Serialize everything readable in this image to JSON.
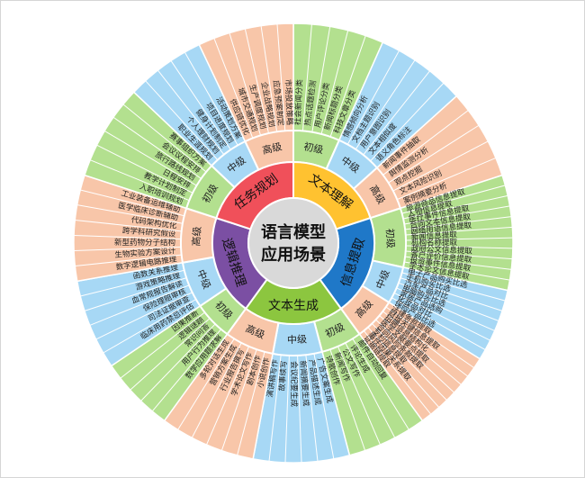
{
  "center": {
    "line1": "语言模型",
    "line2": "应用场景"
  },
  "colors": {
    "初级": "#b3e08f",
    "中级": "#a7d8f5",
    "高级": "#f8c6a9",
    "center_fill": "#d9d9d9"
  },
  "categories": [
    {
      "name": "文本理解",
      "color": "#ffc230",
      "span": 60,
      "levels": [
        {
          "name": "初级",
          "items": [
            "社会新闻分类",
            "热点话题检测",
            "用户评论分类",
            "新闻标题分类",
            "科技文章分类"
          ]
        },
        {
          "name": "中级",
          "items": [
            "情感倾向分析",
            "文档主题识别",
            "用户意图识别",
            "文本相似度",
            "语义角色标注"
          ]
        },
        {
          "name": "高级",
          "items": [
            "新闻事件抽取",
            "舆情监测分析",
            "观点挖掘",
            "文本风险识别",
            "案例摘要分析"
          ]
        }
      ]
    },
    {
      "name": "信息提取",
      "color": "#1f78c8",
      "span": 60,
      "levels": [
        {
          "name": "初级",
          "items": [
            "旅游商品信息提取",
            "人物信息提取",
            "医疗事件信息提取",
            "合同文本信息提取",
            "网络用语信息提取",
            "新闻信息提取",
            "机构名称提取",
            "政府公文信息提取",
            "客户评价信息提取",
            "投资事件信息提取",
            "学术论文信息提取"
          ]
        },
        {
          "name": "中级",
          "items": [
            "电子产品购买比选",
            "手机购买比选",
            "汽车产品对比",
            "电脑购买比选",
            "家居产品选购",
            "化妆品对比",
            "保险产品比选"
          ]
        },
        {
          "name": "高级",
          "items": [
            "法律条款提取",
            "财报关键信息提取",
            "招聘信息结构化",
            "医学文献要点提取",
            "合同风险条款提取",
            "专利信息提取",
            "事件因果关系提取",
            "证据链提取"
          ]
        }
      ]
    },
    {
      "name": "文本生成",
      "color": "#8cc63f",
      "span": 60,
      "levels": [
        {
          "name": "初级",
          "items": [
            "邮件自动回复",
            "评论生成",
            "公文写作",
            "新闻写作",
            "诗歌创作"
          ]
        },
        {
          "name": "中级",
          "items": [
            "广告文案生成",
            "产品描述生成",
            "新闻摘要生成",
            "会议纪要生成",
            "故事续写",
            "演讲稿写作"
          ]
        },
        {
          "name": "高级",
          "items": [
            "小说创作",
            "剧本创作",
            "学术论文写作",
            "行业报告撰写",
            "营销方案生成",
            "多轮对话生成"
          ]
        }
      ]
    },
    {
      "name": "逻辑推理",
      "color": "#7b4fa3",
      "span": 60,
      "levels": [
        {
          "name": "初级",
          "items": [
            "数学应用题求解",
            "用户行为推理",
            "常识问答",
            "逻辑谜题",
            "因果推断"
          ]
        },
        {
          "name": "中级",
          "items": [
            "临床用药禁忌评估",
            "司法证据审查",
            "保险理赔审核",
            "血常规报告解读",
            "游戏策略推理",
            "函数关系推理"
          ]
        },
        {
          "name": "高级",
          "items": [
            "数字逻辑电路推理",
            "生物实验方案设计",
            "新型药物分子结构",
            "跨学科研究假设",
            "代码架构优化",
            "医学临床诊断辅助",
            "工业装备运维辅助"
          ]
        }
      ]
    },
    {
      "name": "任务规划",
      "color": "#f0505a",
      "span": 60,
      "levels": [
        {
          "name": "初级",
          "items": [
            "入职培训规划",
            "教学计划制定",
            "日程安排",
            "旅行路线规划",
            "会议议程安排",
            "赛事组织方案"
          ]
        },
        {
          "name": "中级",
          "items": [
            "职业生涯规划",
            "个人理财规划",
            "健身计划制定",
            "项目进度规划",
            "活动策划方案"
          ]
        },
        {
          "name": "高级",
          "items": [
            "供应链优化",
            "城市交通规划",
            "生产调度规划",
            "企业战略规划",
            "应急预案制定",
            "市场投放策略"
          ]
        }
      ]
    }
  ]
}
